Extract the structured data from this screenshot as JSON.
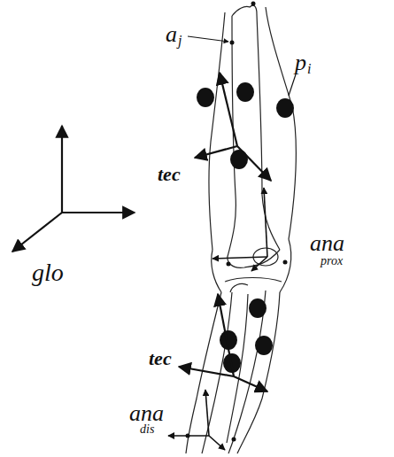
{
  "diagram": {
    "labels": [
      "a",
      "j",
      "p",
      "i",
      "tec",
      "ana",
      "prox",
      "tec",
      "ana",
      "dis",
      "glo"
    ]
  }
}
